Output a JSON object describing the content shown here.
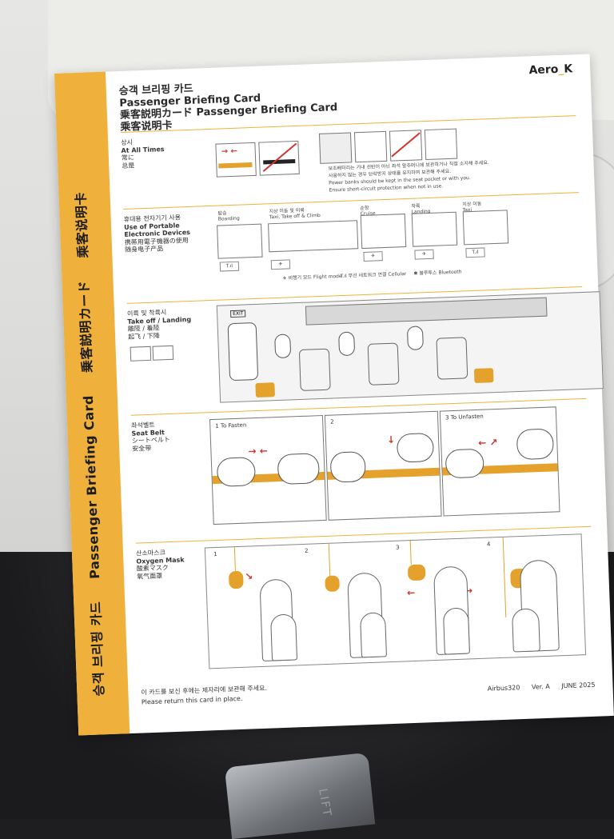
{
  "card": {
    "title_ko": "승객 브리핑 카드",
    "title_en": "Passenger Briefing Card",
    "title_ja_en": "乗客説明カード  Passenger Briefing Card",
    "title_zh": "乘客说明卡",
    "logo_main": "Aero",
    "logo_accent": "K",
    "spine_ko": "승객 브리핑 카드",
    "spine_en": "Passenger Briefing Card",
    "spine_ja": "乗客説明カード",
    "spine_zh": "乘客说明卡"
  },
  "sections": {
    "at_all_times": {
      "ko": "상시",
      "en": "At All Times",
      "ja": "常に",
      "zh": "总是",
      "notes": [
        "보조배터리는 기내 선반이 아닌 좌석 앞주머니에 보관하거나 직접 소지해 주세요.",
        "사용하지 않는 경우 단락방지 상태를 유지하여 보관해 주세요.",
        "Power banks should be kept in the seat pocket or with you.",
        "Ensure short-circuit protection when not in use."
      ]
    },
    "electronics": {
      "ko": "휴대용 전자기기 사용",
      "en": "Use of Portable Electronic Devices",
      "ja": "携帯用電子機器の使用",
      "zh": "随身电子产品",
      "phases": [
        {
          "ko": "탑승",
          "en": "Boarding"
        },
        {
          "ko": "지상 이동 및 이륙",
          "en": "Taxi, Take off & Climb"
        },
        {
          "ko": "순항",
          "en": "Cruise"
        },
        {
          "ko": "착륙",
          "en": "Landing"
        },
        {
          "ko": "지상 이동",
          "en": "Taxi"
        }
      ],
      "legend": [
        {
          "ko": "비행기 모드",
          "en": "Flight mode"
        },
        {
          "ko": "무선 네트워크 연결",
          "en": "Cellular"
        },
        {
          "ko": "블루투스",
          "en": "Bluetooth"
        }
      ]
    },
    "takeoff": {
      "ko": "이륙 및 착륙시",
      "en": "Take off / Landing",
      "ja": "離陸 / 着陸",
      "zh": "起飞 / 下降",
      "exit": "EXIT"
    },
    "seatbelt": {
      "ko": "좌석벨트",
      "en": "Seat Belt",
      "ja": "シートベルト",
      "zh": "安全带",
      "steps": [
        "1  To Fasten",
        "2",
        "3  To Unfasten"
      ]
    },
    "oxygen": {
      "ko": "산소마스크",
      "en": "Oxygen Mask",
      "ja": "酸素マスク",
      "zh": "氧气面罩",
      "steps": [
        "1",
        "2",
        "3",
        "4"
      ]
    }
  },
  "footer": {
    "ko": "이 카드를 보신 후에는 제자리에 보관해 주세요.",
    "en": "Please return this card in place.",
    "aircraft": "Airbus320",
    "version": "Ver. A",
    "date": "JUNE 2025"
  },
  "seat": {
    "buckle_text": "LIFT"
  },
  "colors": {
    "accent": "#efb13b",
    "belt": "#e4a12c",
    "arrow": "#d0342c"
  }
}
